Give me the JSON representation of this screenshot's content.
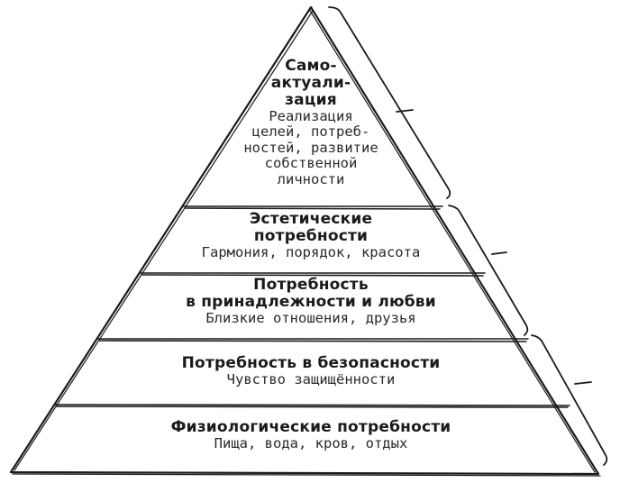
{
  "tiers": [
    {
      "title": "Само-\nактуали-\nзация",
      "description": "Реализация\nцелей, потреб-\nностей, развитие\nсобственной\nличности"
    },
    {
      "title": "Эстетические\nпотребности",
      "description": "Гармония, порядок, красота"
    },
    {
      "title": "Потребность\nв принадлежности и любви",
      "description": "Близкие отношения, друзья"
    },
    {
      "title": "Потребность в безопасности",
      "description": "Чувство защищённости"
    },
    {
      "title": "Физиологические потребности",
      "description": "Пища, вода, кров, отдых"
    }
  ],
  "colors": {
    "stroke": "#1a1a1a",
    "background": "#ffffff"
  }
}
